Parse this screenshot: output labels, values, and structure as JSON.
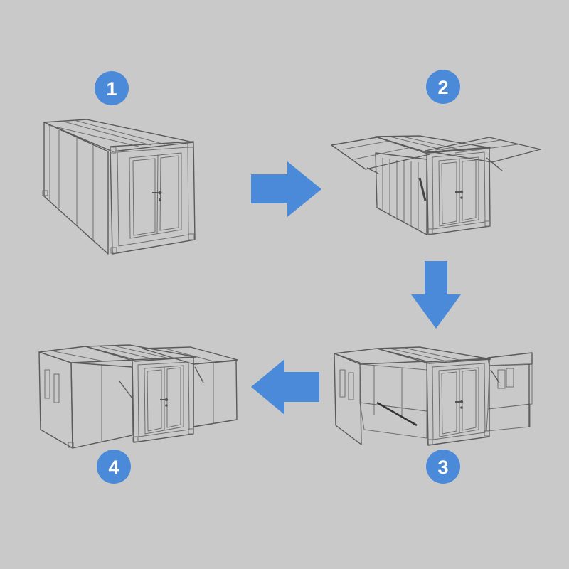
{
  "diagram": {
    "steps": [
      {
        "number": "1",
        "state": "folded container"
      },
      {
        "number": "2",
        "state": "roof wings raised"
      },
      {
        "number": "3",
        "state": "side rooms unfolded"
      },
      {
        "number": "4",
        "state": "fully expanded house"
      }
    ],
    "colors": {
      "background": "#c9c9c9",
      "accent": "#4a8ad8",
      "container_face": "#f7f7f7",
      "roof": "#d4d4d4",
      "window": "#3f6fc4",
      "floor": "#b9b9b9"
    },
    "icons": [
      "arrow-right-icon",
      "arrow-down-icon",
      "arrow-left-icon",
      "door-handle-icon"
    ]
  }
}
